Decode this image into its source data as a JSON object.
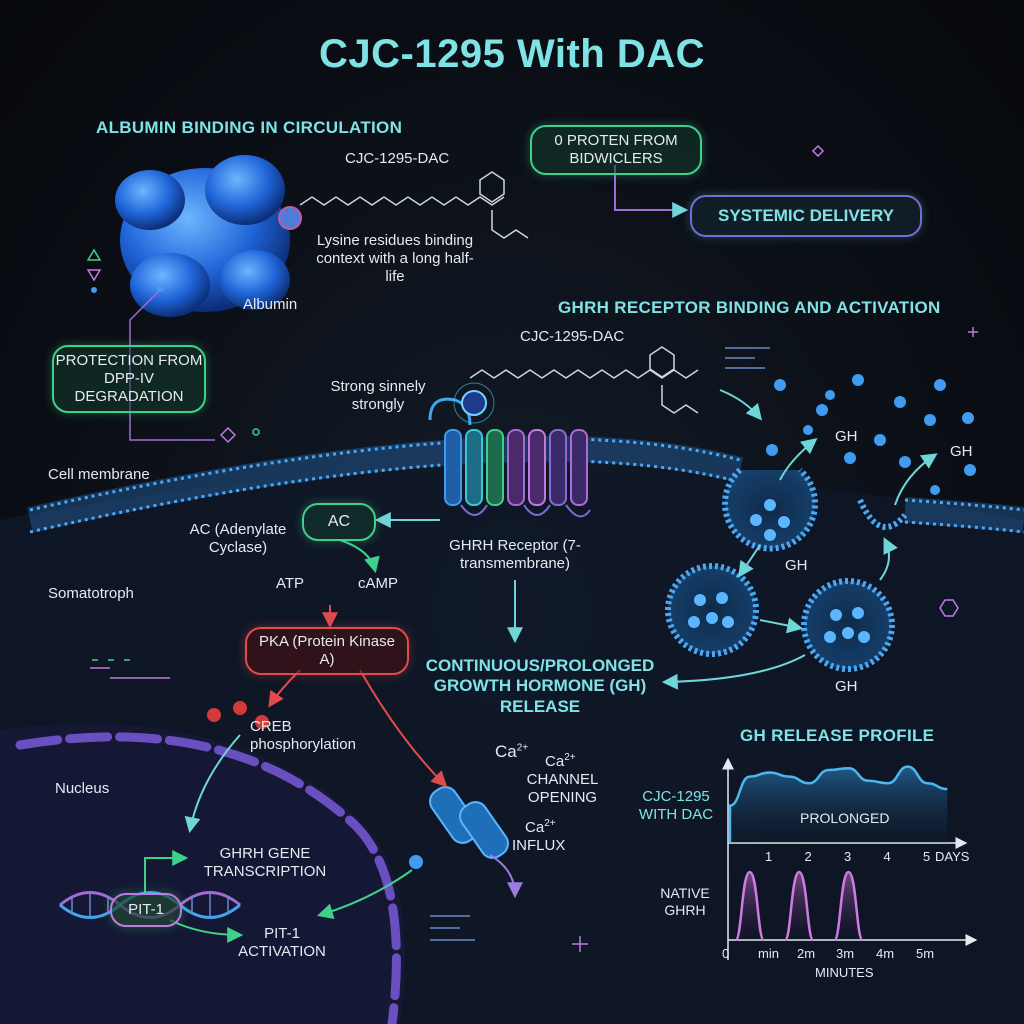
{
  "title": "CJC-1295 With DAC",
  "albumin_section": {
    "heading": "ALBUMIN BINDING IN CIRCULATION",
    "molecule_label": "CJC-1295-DAC",
    "lysine_text": "Lysine residues binding context with a long half-life",
    "albumin_label": "Albumin",
    "protection_box": "PROTECTION FROM DPP-IV DEGRADATION",
    "protein_box": "0 PROTEN FROM BIDWICLERS",
    "systemic_box": "SYSTEMIC DELIVERY"
  },
  "receptor_section": {
    "heading": "GHRH RECEPTOR BINDING AND ACTIVATION",
    "molecule_label": "CJC-1295-DAC",
    "strong_text": "Strong sinnely strongly",
    "membrane_label": "Cell membrane",
    "somatotroph_label": "Somatotroph",
    "receptor_label": "GHRH Receptor (7-transmembrane)",
    "ac_box": "AC",
    "ac_text": "AC (Adenylate Cyclase)",
    "atp": "ATP",
    "camp": "cAMP",
    "pka_box": "PKA (Protein Kinase A)",
    "creb": "CREB phosphorylation",
    "nucleus": "Nucleus",
    "ghrh_gene": "GHRH GENE TRANSCRIPTION",
    "pit1_box": "PIT-1",
    "pit1_activation": "PIT-1 ACTIVATION",
    "ca_channel": "CHANNEL OPENING",
    "ca_influx": "INFLUX",
    "release_text": "CONTINUOUS/PROLONGED GROWTH HORMONE (GH) RELEASE",
    "gh_labels": [
      "GH",
      "GH",
      "GH",
      "GH"
    ]
  },
  "chart_data": {
    "type": "line",
    "title": "GH RELEASE PROFILE",
    "panels": [
      {
        "name": "CJC-1295 WITH DAC",
        "annotation": "PROLONGED",
        "x_ticks": [
          "1",
          "2",
          "3",
          "4",
          "5"
        ],
        "x_unit": "DAYS",
        "x": [
          0,
          0.5,
          1,
          1.5,
          2,
          2.5,
          3,
          3.5,
          4,
          4.5,
          5,
          5.5
        ],
        "values": [
          0.45,
          0.8,
          0.85,
          0.8,
          0.72,
          0.88,
          0.9,
          0.75,
          0.72,
          0.92,
          0.72,
          0.65
        ]
      },
      {
        "name": "NATIVE GHRH",
        "x_ticks": [
          "0",
          "min",
          "2m",
          "3m",
          "4m",
          "5m"
        ],
        "x_label": "MINUTES",
        "peaks_at": [
          0.5,
          1.75,
          3
        ],
        "peak_value": 1
      }
    ]
  },
  "colors": {
    "accent_cyan": "#7fe3e6",
    "green": "#3fd18a",
    "red": "#e04b4b",
    "purple": "#a36bd6",
    "blue": "#3f9cf0"
  }
}
